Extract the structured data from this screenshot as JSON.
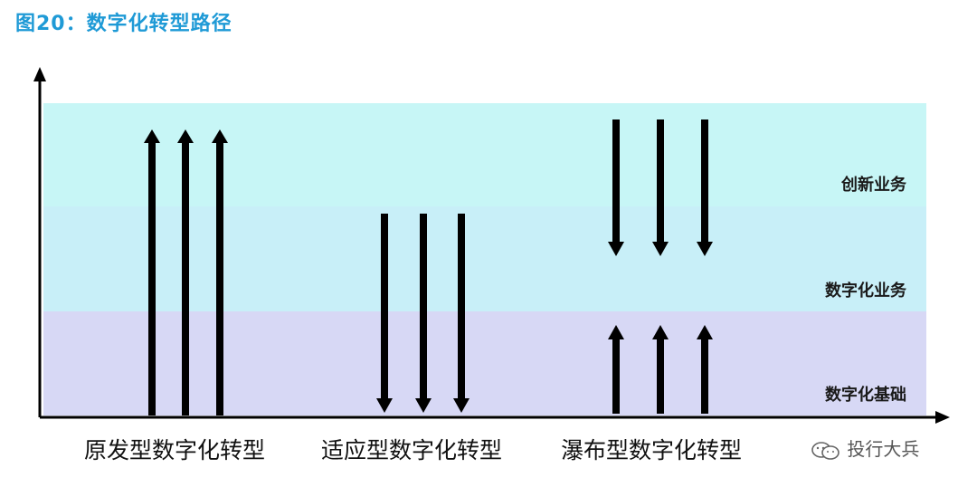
{
  "title": "图20：数字化转型路径",
  "layers": {
    "top": "创新业务",
    "middle": "数字化业务",
    "bottom": "数字化基础"
  },
  "categories": {
    "first": "原发型数字化转型",
    "second": "适应型数字化转型",
    "third": "瀑布型数字化转型"
  },
  "watermark": "投行大兵",
  "colors": {
    "title": "#1f9ad6",
    "band_top": "#c7f6f6",
    "band_middle": "#c8eff8",
    "band_bottom": "#d7d8f5"
  }
}
